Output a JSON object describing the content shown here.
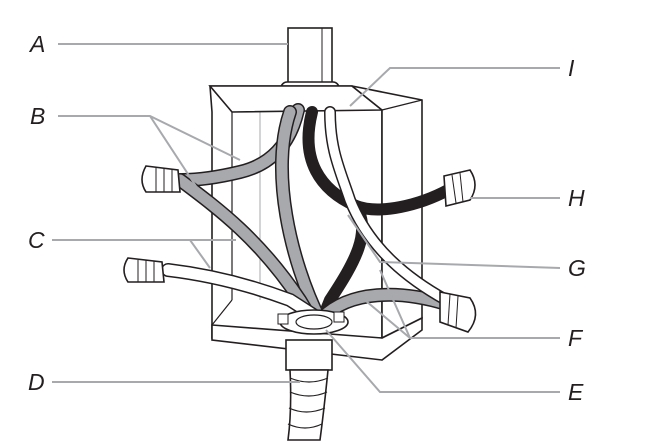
{
  "diagram": {
    "callouts": {
      "a": "A",
      "b": "B",
      "c": "C",
      "d": "D",
      "e": "E",
      "f": "F",
      "g": "G",
      "h": "H",
      "i": "I"
    },
    "colors": {
      "ink": "#231f20",
      "leader": "#a7a9ac",
      "gray_wire": "#a7a9ac",
      "black_wire": "#231f20",
      "box_fill": "#ffffff"
    }
  }
}
